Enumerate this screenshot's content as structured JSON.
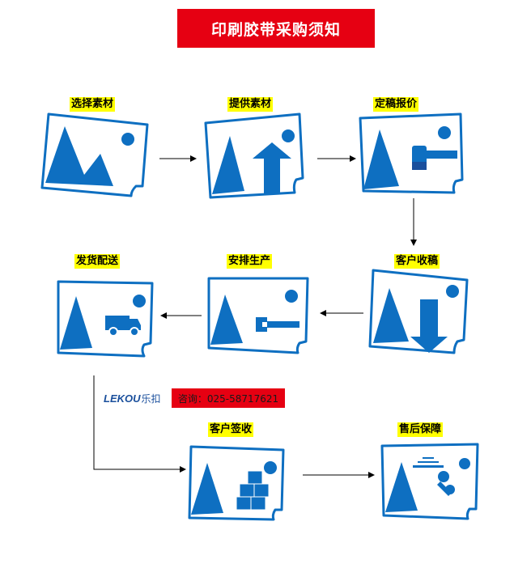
{
  "title": "印刷胶带采购须知",
  "steps": {
    "s1": "选择素材",
    "s2": "提供素材",
    "s3": "定稿报价",
    "s4": "客户收稿",
    "s5": "安排生产",
    "s6": "发货配送",
    "s7": "客户签收",
    "s8": "售后保障"
  },
  "logo": {
    "brand_en": "LEKOU",
    "brand_cn": "乐扣"
  },
  "contact": {
    "hotline": "咨询：025-58717621"
  },
  "colors": {
    "banner": "#e60012",
    "label_highlight": "#ffff00",
    "icon_blue": "#0e6fc1"
  },
  "icons": [
    "picture-icon",
    "upload-arrow-icon",
    "stamp-icon",
    "download-arrow-icon",
    "wrench-icon",
    "truck-icon",
    "boxes-icon",
    "service-icon"
  ]
}
